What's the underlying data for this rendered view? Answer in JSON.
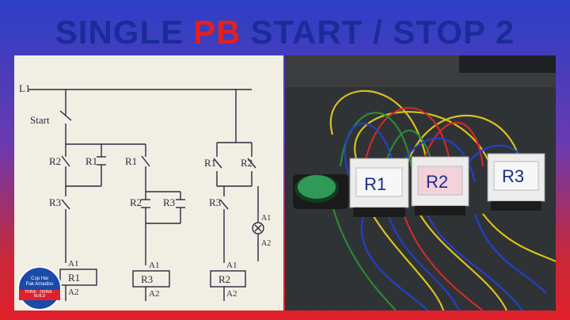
{
  "title": {
    "part1": "SINGLE",
    "part2": "PB",
    "part3": "START / STOP 2"
  },
  "colors": {
    "title_main": "#1a2c9a",
    "title_accent": "#e3201f",
    "paper": "#f1eee4",
    "ink": "#2a2a40"
  },
  "diagram": {
    "supply": "L1",
    "start": "Start",
    "relays": [
      "R1",
      "R2",
      "R3"
    ],
    "coil_terminals": [
      "A1",
      "A2"
    ]
  },
  "photo": {
    "relay_labels": [
      "R1",
      "R2",
      "R3"
    ],
    "button_color": "#2f9a57"
  },
  "logo": {
    "line1": "Cup Hai",
    "line2": "Pak Amadiso",
    "tagline": "THINK · DRINK · BUILD"
  }
}
